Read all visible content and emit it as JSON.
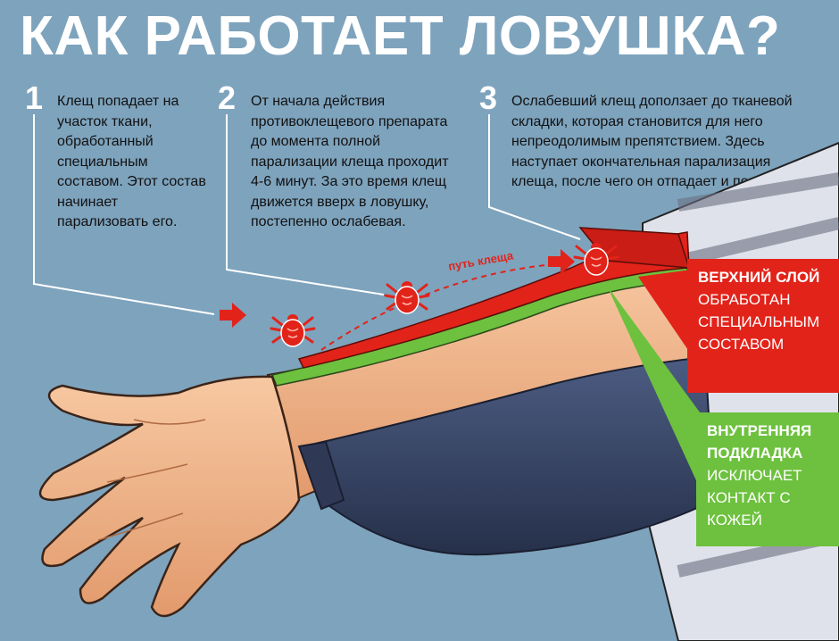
{
  "title": "КАК РАБОТАЕТ ЛОВУШКА?",
  "steps": [
    {
      "num": "1",
      "text": "Клещ попадает на участок ткани, обработанный специальным составом. Этот состав начинает парализовать его."
    },
    {
      "num": "2",
      "text": "От начала действия противоклещевого препарата до момента полной парализации клеща проходит 4-6 минут. За это время клещ движется вверх в ловушку, постепенно ослабевая."
    },
    {
      "num": "3",
      "text": "Ослабевший клещ доползает до тканевой складки, которая становится для него непреодолимым препятствием. Здесь наступает окончательная парализация клеща, после чего он отпадает и погибает."
    }
  ],
  "path_label": "путь клеща",
  "callouts": {
    "top_layer": {
      "head": "ВЕРХНИЙ СЛОЙ",
      "body": "ОБРАБОТАН СПЕЦИАЛЬНЫМ СОСТАВОМ",
      "color": "#e2231a"
    },
    "inner_lining": {
      "head": "ВНУТРЕННЯЯ ПОДКЛАДКА",
      "body": "ИСКЛЮЧАЕТ КОНТАКТ С КОЖЕЙ",
      "color": "#6dc13e"
    }
  },
  "colors": {
    "background": "#7ea3bd",
    "tick": "#e2231a",
    "skin": "#f2b48a",
    "sleeve": "#3d4a6b"
  },
  "icons": [
    "tick-icon",
    "arrow-right-icon"
  ]
}
